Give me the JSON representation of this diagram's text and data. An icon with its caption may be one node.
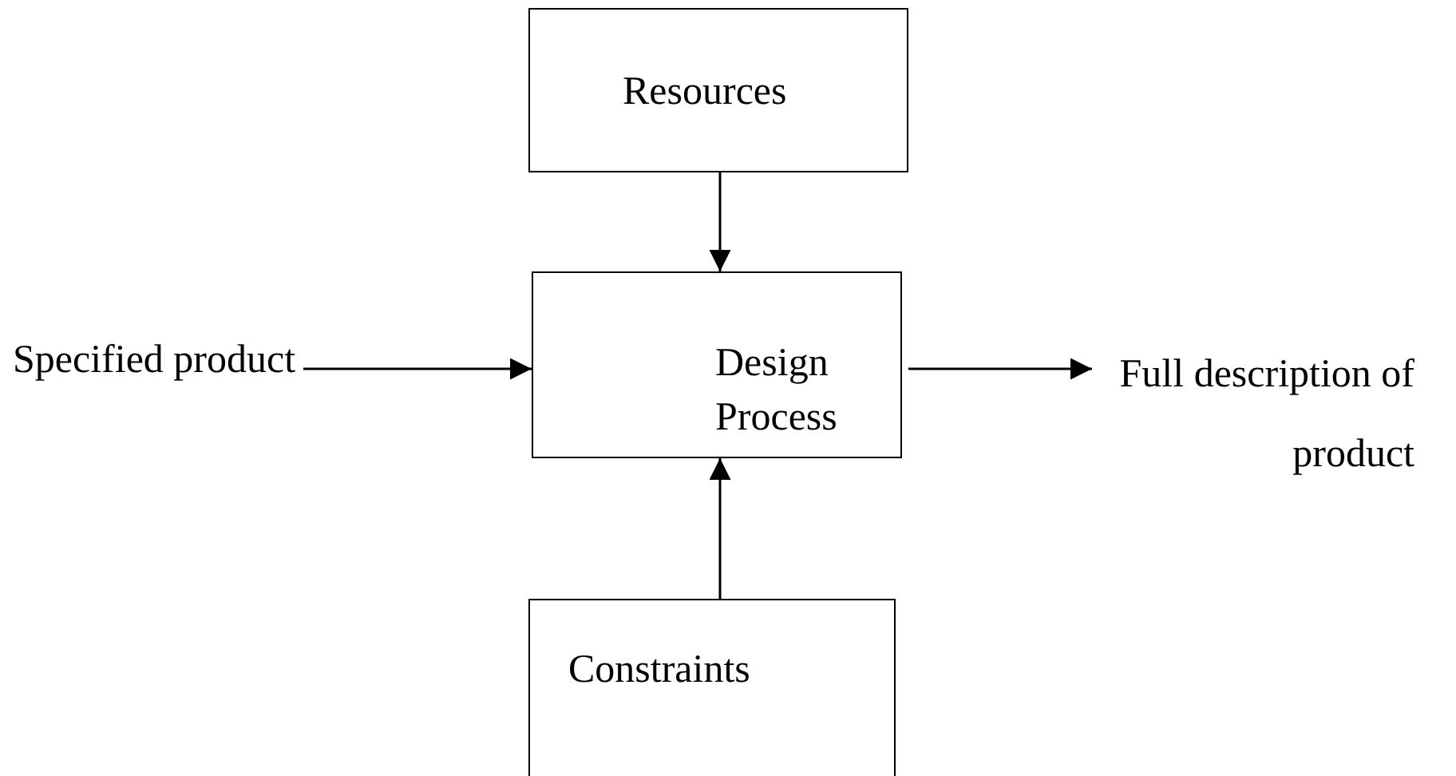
{
  "diagram": {
    "nodes": [
      {
        "text": [
          "Resources"
        ]
      },
      {
        "text": [
          "Design Process"
        ]
      },
      {
        "text": [
          "Constraints"
        ]
      },
      {
        "text": [
          "Specified product"
        ]
      },
      {
        "text": [
          "Full description of product"
        ]
      }
    ],
    "edges": [
      {
        "from": 0,
        "to": 1,
        "arrow": "to"
      },
      {
        "from": 3,
        "to": 1,
        "arrow": "to"
      },
      {
        "from": 1,
        "to": 4,
        "arrow": "to"
      },
      {
        "from": 2,
        "to": 1,
        "arrow": "to"
      }
    ]
  }
}
